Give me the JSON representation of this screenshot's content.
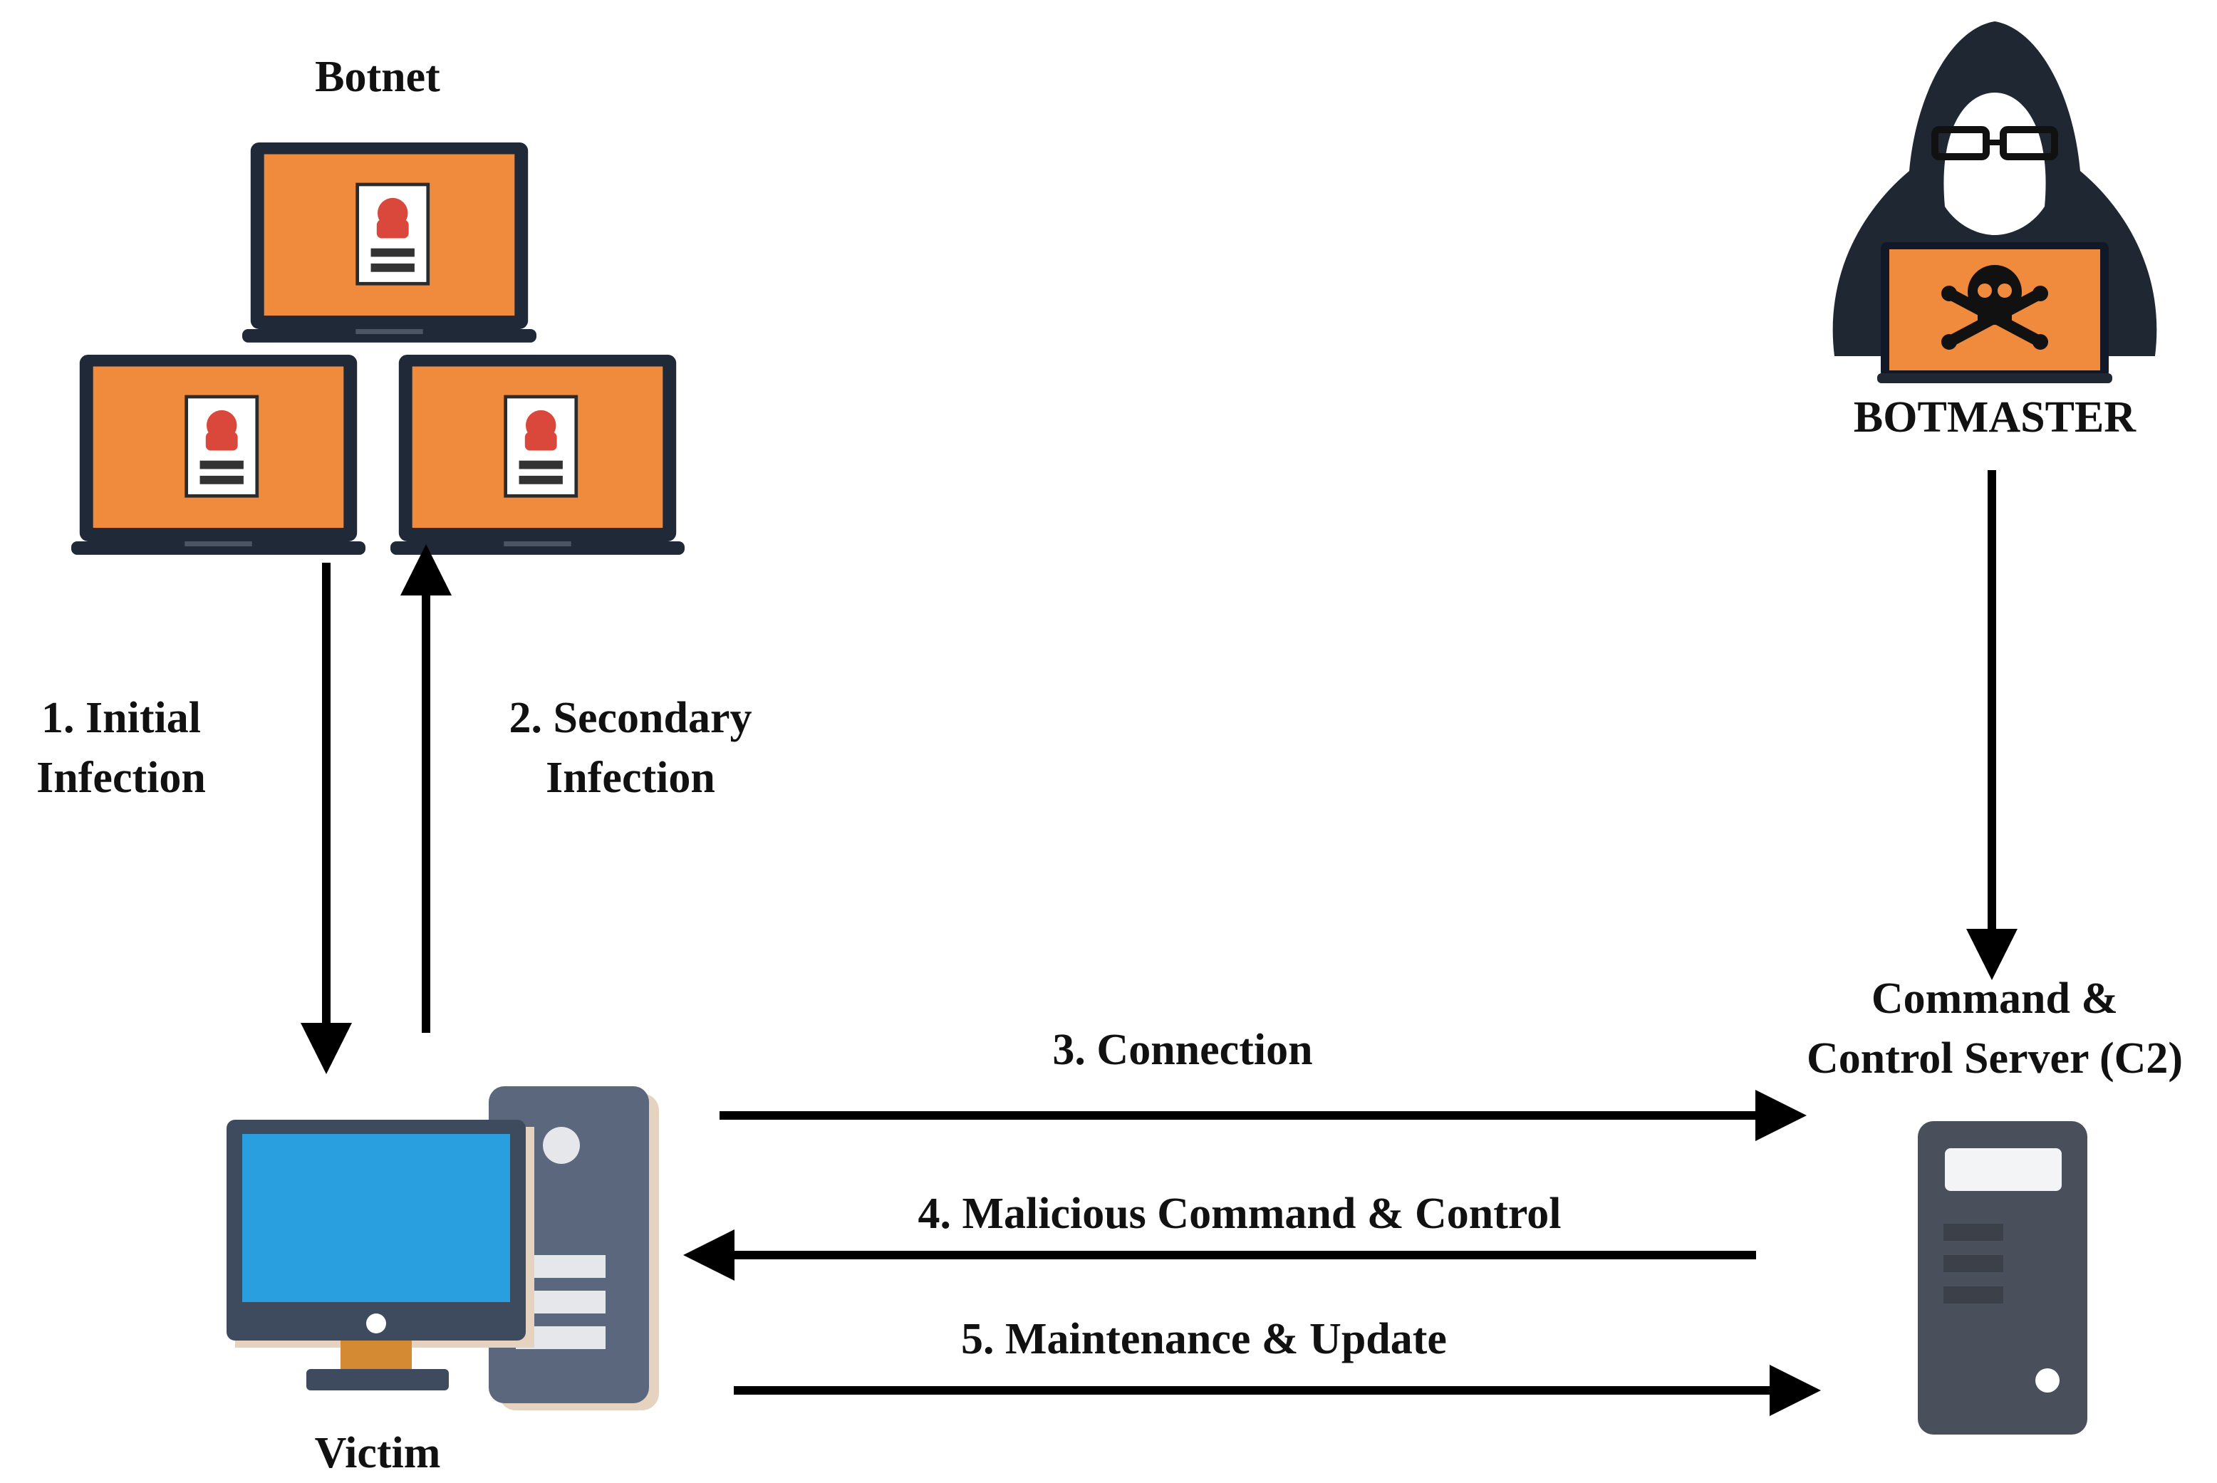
{
  "labels": {
    "botnet": "Botnet",
    "botmaster": "BOTMASTER",
    "step1_line1": "1. Initial",
    "step1_line2": "Infection",
    "step2_line1": "2. Secondary",
    "step2_line2": "Infection",
    "c2_line1": "Command &",
    "c2_line2": "Control Server (C2)",
    "step3": "3. Connection",
    "step4": "4. Malicious Command & Control",
    "step5": "5. Maintenance & Update",
    "victim": "Victim"
  },
  "icons": [
    "laptop-icon",
    "hacker-icon",
    "skull-crossbones-icon",
    "desktop-computer-icon",
    "server-tower-icon",
    "arrow-icon"
  ],
  "colors": {
    "screen_orange": "#F08A3C",
    "laptop_frame": "#1f2937",
    "victim_screen": "#2a9fe0",
    "victim_frame": "#3e4a5e",
    "tower": "#5a677c",
    "server": "#4a505b",
    "hood": "#1f2733",
    "arrow": "#000000"
  }
}
